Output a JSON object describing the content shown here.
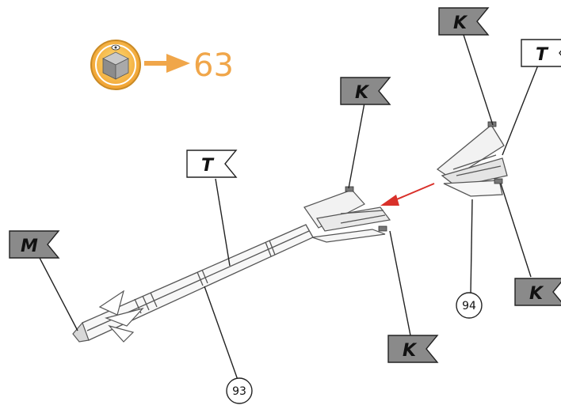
{
  "reference": {
    "icon": "paint-cube-icon",
    "arrow": "orange-arrow-icon",
    "page_number": "63"
  },
  "flags": [
    {
      "id": "flag-k-1",
      "label": "K",
      "shade": "gray"
    },
    {
      "id": "flag-t-1",
      "label": "T",
      "shade": "white"
    },
    {
      "id": "flag-k-2",
      "label": "K",
      "shade": "gray"
    },
    {
      "id": "flag-t-2",
      "label": "T",
      "shade": "white"
    },
    {
      "id": "flag-m",
      "label": "M",
      "shade": "gray"
    },
    {
      "id": "flag-k-3",
      "label": "K",
      "shade": "gray"
    },
    {
      "id": "flag-k-4",
      "label": "K",
      "shade": "gray"
    }
  ],
  "callouts": [
    {
      "id": "part-93",
      "label": "93"
    },
    {
      "id": "part-94",
      "label": "94"
    }
  ],
  "colors": {
    "accent_orange": "#f0a64a",
    "arrow_red": "#d9302a",
    "flag_gray": "#8a8a8a",
    "flag_white": "#ffffff"
  }
}
